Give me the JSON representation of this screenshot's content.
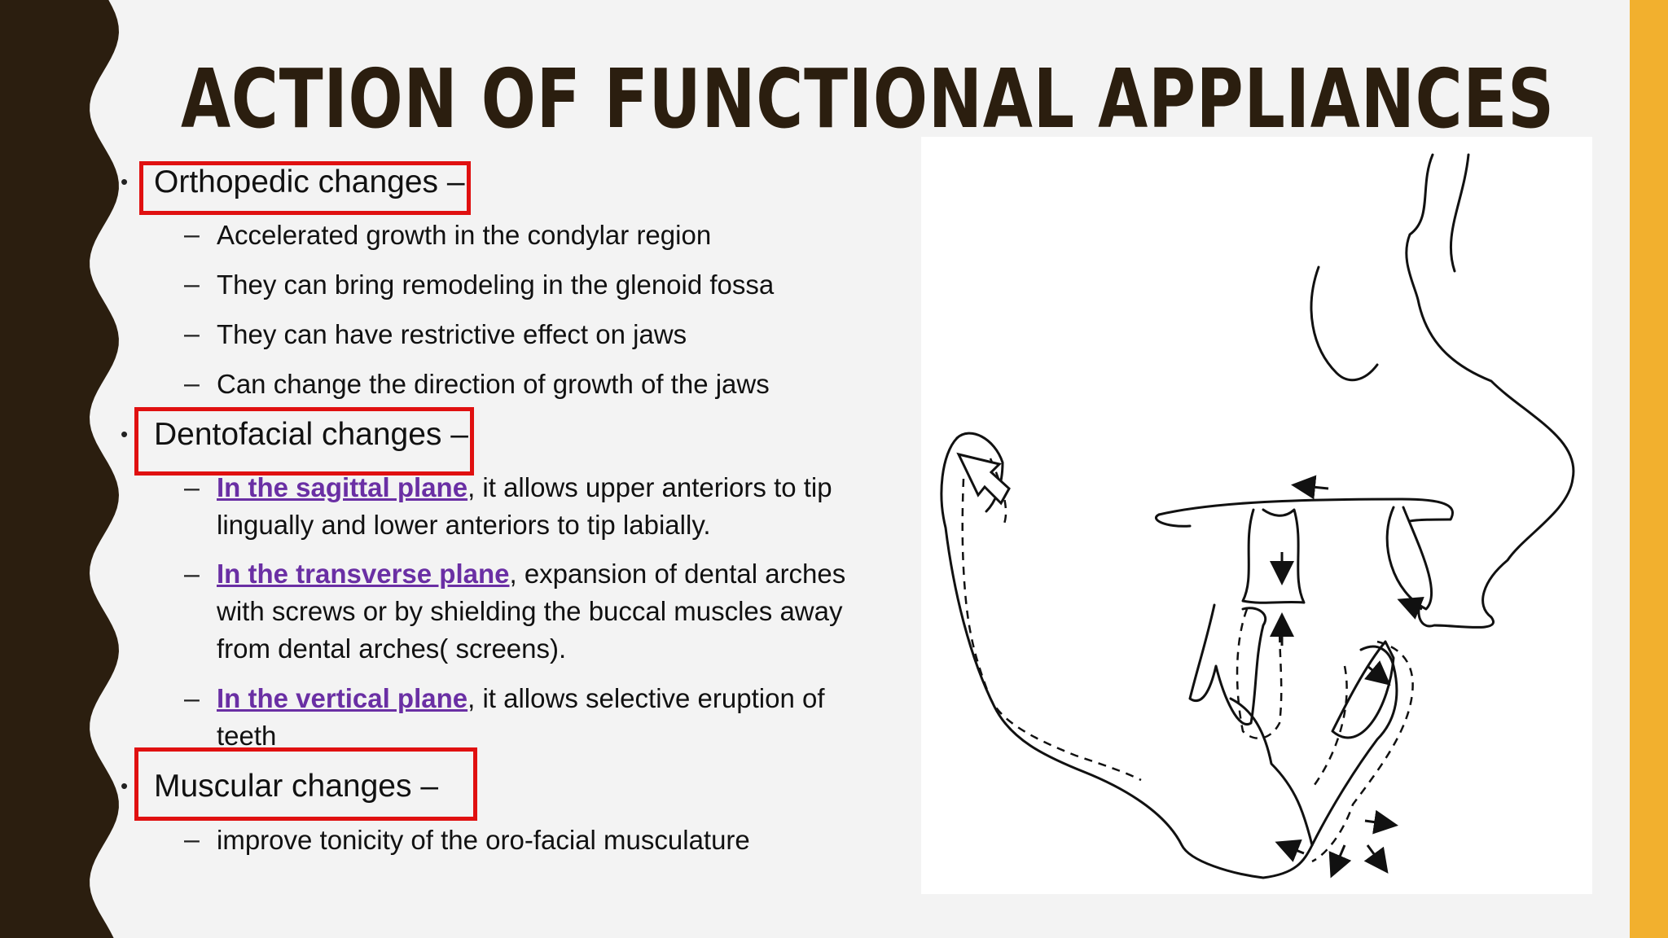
{
  "slide": {
    "title": "ACTION OF FUNCTIONAL APPLIANCES",
    "colors": {
      "left_band": "#2b1e0f",
      "right_band": "#f2b02e",
      "title": "#2b1e0f",
      "link": "#6a2fa4",
      "highlight_box": "#e01010"
    },
    "dash": "–",
    "bullet": "•"
  },
  "sections": [
    {
      "heading": "Orthopedic changes –",
      "items": [
        "Accelerated growth in the condylar region",
        "They can bring remodeling in the glenoid fossa",
        "They can have restrictive effect on jaws",
        "Can change the direction of growth of the jaws"
      ]
    },
    {
      "heading": "Dentofacial changes –",
      "items": [
        {
          "link": "In the sagittal plane",
          "rest": ", it allows upper anteriors to tip",
          "line2": "lingually and lower anteriors to tip labially."
        },
        {
          "link": "In the transverse plane",
          "rest": ", expansion of dental arches",
          "line2": "with screws or by shielding the buccal muscles away",
          "line3": "from dental arches( screens)."
        },
        {
          "link": "In the vertical plane",
          "rest": ", it allows selective eruption of",
          "line2": "teeth"
        }
      ]
    },
    {
      "heading": "Muscular changes –",
      "items": [
        "improve tonicity of the oro-facial musculature"
      ]
    }
  ],
  "figure": {
    "icon": "face-profile-diagram-icon"
  }
}
